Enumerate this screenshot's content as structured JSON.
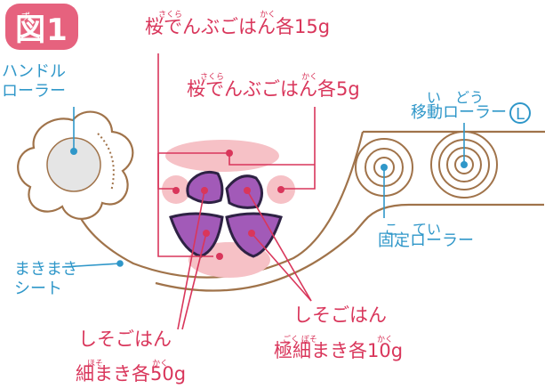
{
  "figure": {
    "badge": "図1",
    "badge_ruby": "ず"
  },
  "labels": {
    "handle_roller": "ハンドル\nローラー",
    "makimaki_sheet": "まきまき\nシート",
    "moving_roller": "移動ローラー",
    "moving_roller_ruby": "い　どう",
    "moving_roller_mark": "L",
    "fixed_roller": "固定ローラー",
    "fixed_roller_ruby": "こ　てい",
    "sakura_15": "桜でんぶごはん各15g",
    "sakura_15_ruby_1": "さくら",
    "sakura_15_ruby_2": "かく",
    "sakura_5": "桜でんぶごはん各5g",
    "sakura_5_ruby_1": "さくら",
    "sakura_5_ruby_2": "かく",
    "shiso_right_1": "しそごはん",
    "shiso_right_2": "極細まき各10g",
    "shiso_right_ruby_1": "ごく ぼそ",
    "shiso_right_ruby_2": "かく",
    "shiso_left_1": "しそごはん",
    "shiso_left_2": "細まき各50g",
    "shiso_left_ruby_1": "ほそ",
    "shiso_left_ruby_2": "かく"
  },
  "colors": {
    "pink_text": "#d9365b",
    "blue_text": "#2f97c9",
    "badge": "#e6627e",
    "sheet_line": "#a0734a",
    "rice_pink": "#f6c1c6",
    "shiso_purple": "#a25ab8"
  }
}
